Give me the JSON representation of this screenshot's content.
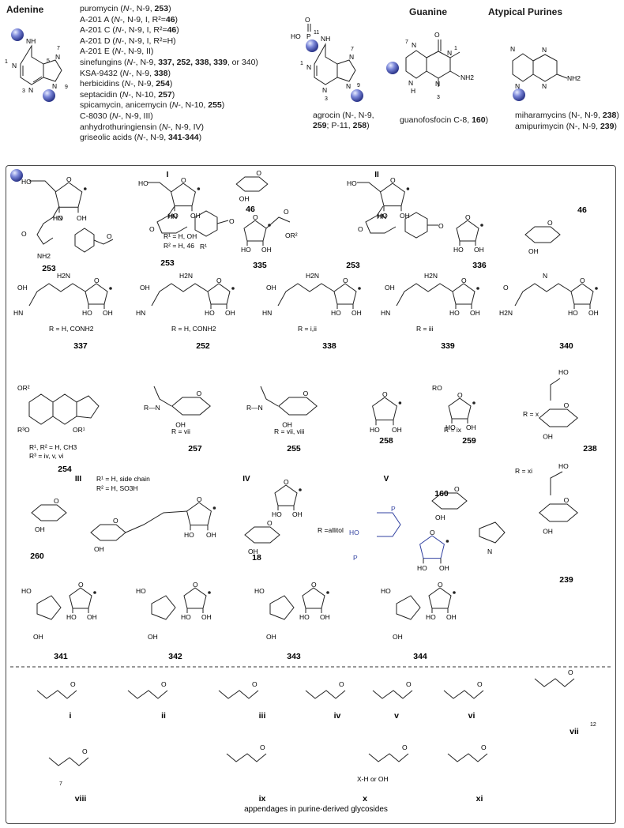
{
  "headers": {
    "adenine": "Adenine",
    "guanine": "Guanine",
    "atypical": "Atypical Purines"
  },
  "adenine_list": [
    [
      "puromycin (",
      "N-",
      ", N-9, ",
      "253",
      ")"
    ],
    [
      "A-201 A (",
      "N-",
      ", N-9, I, R²=",
      "46",
      ")"
    ],
    [
      "A-201 C (",
      "N-",
      ", N-9, I, R²=",
      "46",
      ")"
    ],
    [
      "A-201 D (",
      "N-",
      ", N-9, I, R²=H)",
      "",
      ""
    ],
    [
      "A-201 E (",
      "N-",
      ", N-9, II)",
      "",
      ""
    ],
    [
      "sinefungins (",
      "N-",
      ", N-9, ",
      "337, 252, 338, 339",
      ", or 340)"
    ],
    [
      "KSA-9432 (",
      "N-",
      ", N-9, ",
      "338",
      ")"
    ],
    [
      "herbicidins (",
      "N-",
      ", N-9, ",
      "254",
      ")"
    ],
    [
      "septacidin (",
      "N-",
      ", N-10, ",
      "257",
      ")"
    ],
    [
      "spicamycin, anicemycin (",
      "N-",
      ", N-10, ",
      "255",
      ")"
    ],
    [
      "C-8030 (",
      "N-",
      ", N-9, III)",
      "",
      ""
    ],
    [
      "anhydrothuringiensin (",
      "N-",
      ", N-9, IV)",
      "",
      ""
    ],
    [
      "griseolic acids (",
      "N-",
      ", N-9, ",
      "341-344",
      ")"
    ]
  ],
  "agrocin": {
    "line1": "agrocin (N-, N-9,",
    "line2a": "259",
    "line2b": "; P-11, ",
    "line2c": "258",
    "line2d": ")"
  },
  "guanofosfocin": {
    "text": "guanofosfocin C-8, ",
    "num": "160",
    "end": ")"
  },
  "atypical_list": [
    {
      "name": "miharamycins (N-, N-9, ",
      "num": "238",
      "end": ")"
    },
    {
      "name": "amipurimycin (N-, N-9, ",
      "num": "239",
      "end": ")"
    }
  ],
  "atom_labels": {
    "nh": "NH",
    "n": "N",
    "h": "H",
    "o": "O",
    "oh": "OH",
    "ho": "HO",
    "nh2": "NH2",
    "p": "P",
    "n1": "1",
    "n3": "3",
    "n5": "5",
    "n7": "7",
    "n9": "9",
    "p11": "11"
  },
  "structures": {
    "row1": [
      "253",
      "I",
      "46",
      "253",
      "335",
      "II",
      "253",
      "336",
      "46"
    ],
    "row2": [
      "337",
      "252",
      "338",
      "339",
      "340"
    ],
    "row3": [
      "254",
      "257",
      "255",
      "258",
      "259",
      "238"
    ],
    "row4": [
      "260",
      "III",
      "IV",
      "18",
      "V",
      "160",
      "239"
    ],
    "row5": [
      "341",
      "342",
      "343",
      "344"
    ]
  },
  "notes": {
    "r1_i": "R¹ = H, OH",
    "r2_i": "R² = H, 46",
    "r_337": "R = H, CONH2",
    "r_252": "R = H, CONH2",
    "r_338": "R = i,ii",
    "r_339": "R = iii",
    "r_254a": "R¹, R² = H, CH3",
    "r_254b": "R³ = iv, v, vi",
    "r_257": "R = vii",
    "r_255": "R = vii, viii",
    "r_259": "R = ix",
    "r_238": "R = x",
    "r_260a": "R¹ = H, side chain",
    "r_260b": "R² = H, SO3H",
    "r_iv": "R =allitol",
    "r_239": "R = xi"
  },
  "appendages": {
    "labels": [
      "i",
      "ii",
      "iii",
      "iv",
      "v",
      "vi",
      "vii",
      "viii",
      "ix",
      "x",
      "xi"
    ],
    "sub12": "12",
    "sub7": "7",
    "x_note": "X-H or OH",
    "caption": "appendages in purine-derived glycosides"
  },
  "colors": {
    "sphere": "#5a66c8",
    "blue_chem": "#3040a0"
  }
}
